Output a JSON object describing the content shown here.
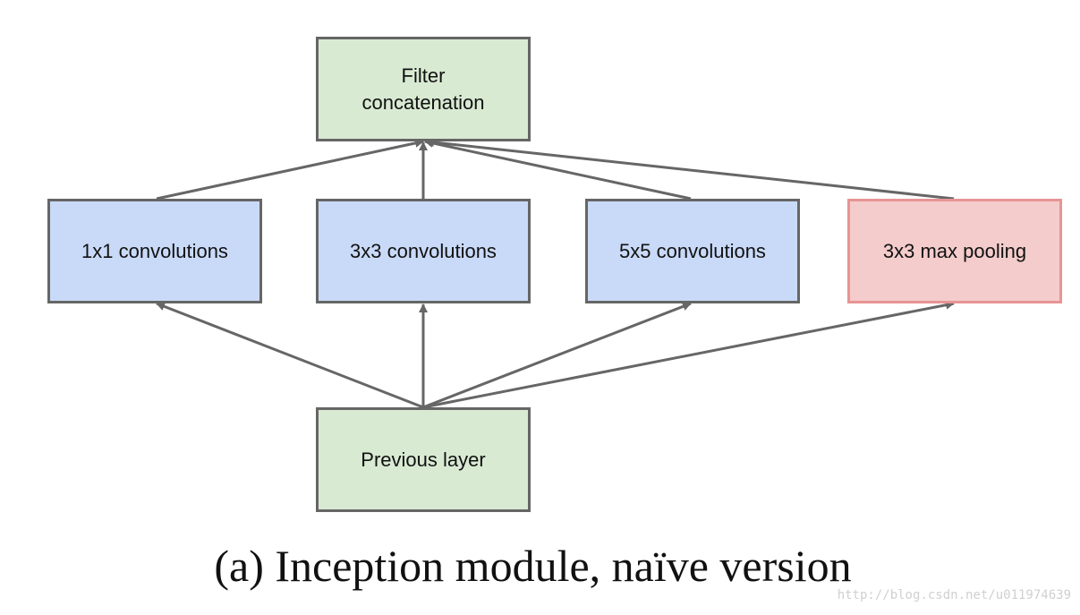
{
  "diagram": {
    "nodes": {
      "filter_concat": "Filter\nconcatenation",
      "conv_1x1": "1x1 convolutions",
      "conv_3x3": "3x3 convolutions",
      "conv_5x5": "5x5 convolutions",
      "max_pool": "3x3 max pooling",
      "previous_layer": "Previous layer"
    },
    "edges": [
      [
        "previous_layer",
        "conv_1x1"
      ],
      [
        "previous_layer",
        "conv_3x3"
      ],
      [
        "previous_layer",
        "conv_5x5"
      ],
      [
        "previous_layer",
        "max_pool"
      ],
      [
        "conv_1x1",
        "filter_concat"
      ],
      [
        "conv_3x3",
        "filter_concat"
      ],
      [
        "conv_5x5",
        "filter_concat"
      ],
      [
        "max_pool",
        "filter_concat"
      ]
    ]
  },
  "caption": "(a)  Inception module, naïve version",
  "watermark": "http://blog.csdn.net/u011974639",
  "colors": {
    "green_fill": "#d9ead3",
    "blue_fill": "#c9daf8",
    "red_fill": "#f4cccc",
    "border": "#666666",
    "red_border": "#e89494",
    "arrow": "#666666"
  }
}
